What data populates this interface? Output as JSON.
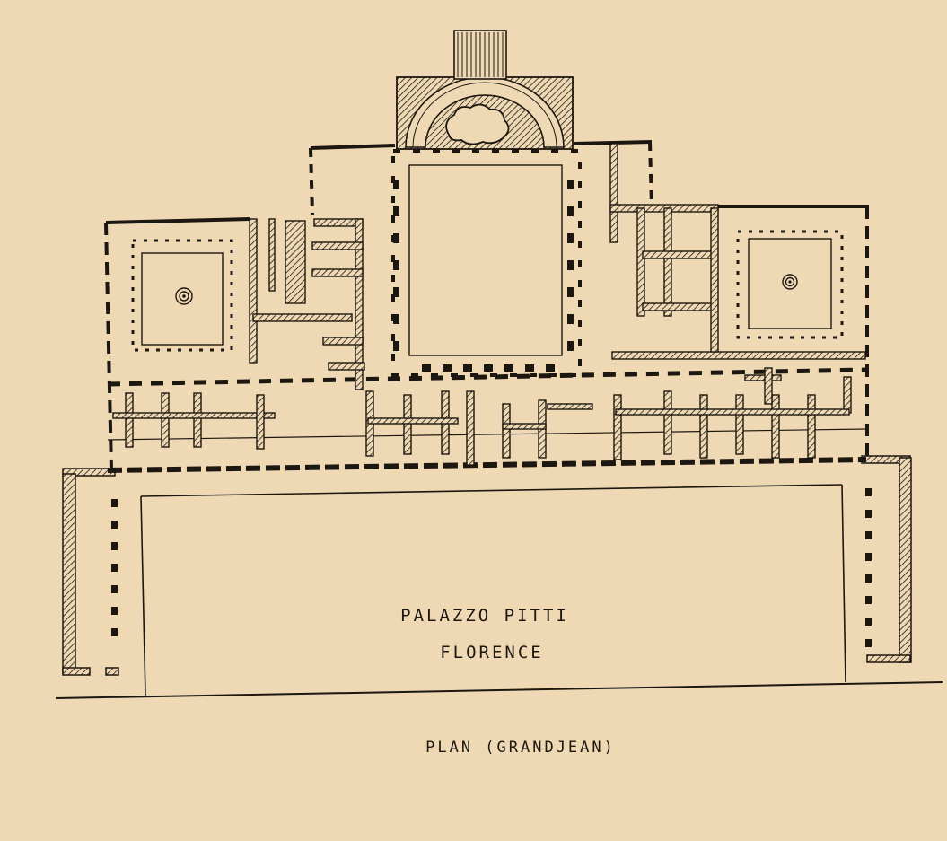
{
  "drawing": {
    "title_line1": "PALAZZO PITTI",
    "title_line2": "FLORENCE",
    "caption": "PLAN (GRANDJEAN)"
  },
  "colors": {
    "paper": "#efd9b4",
    "ink": "#1c1710"
  }
}
